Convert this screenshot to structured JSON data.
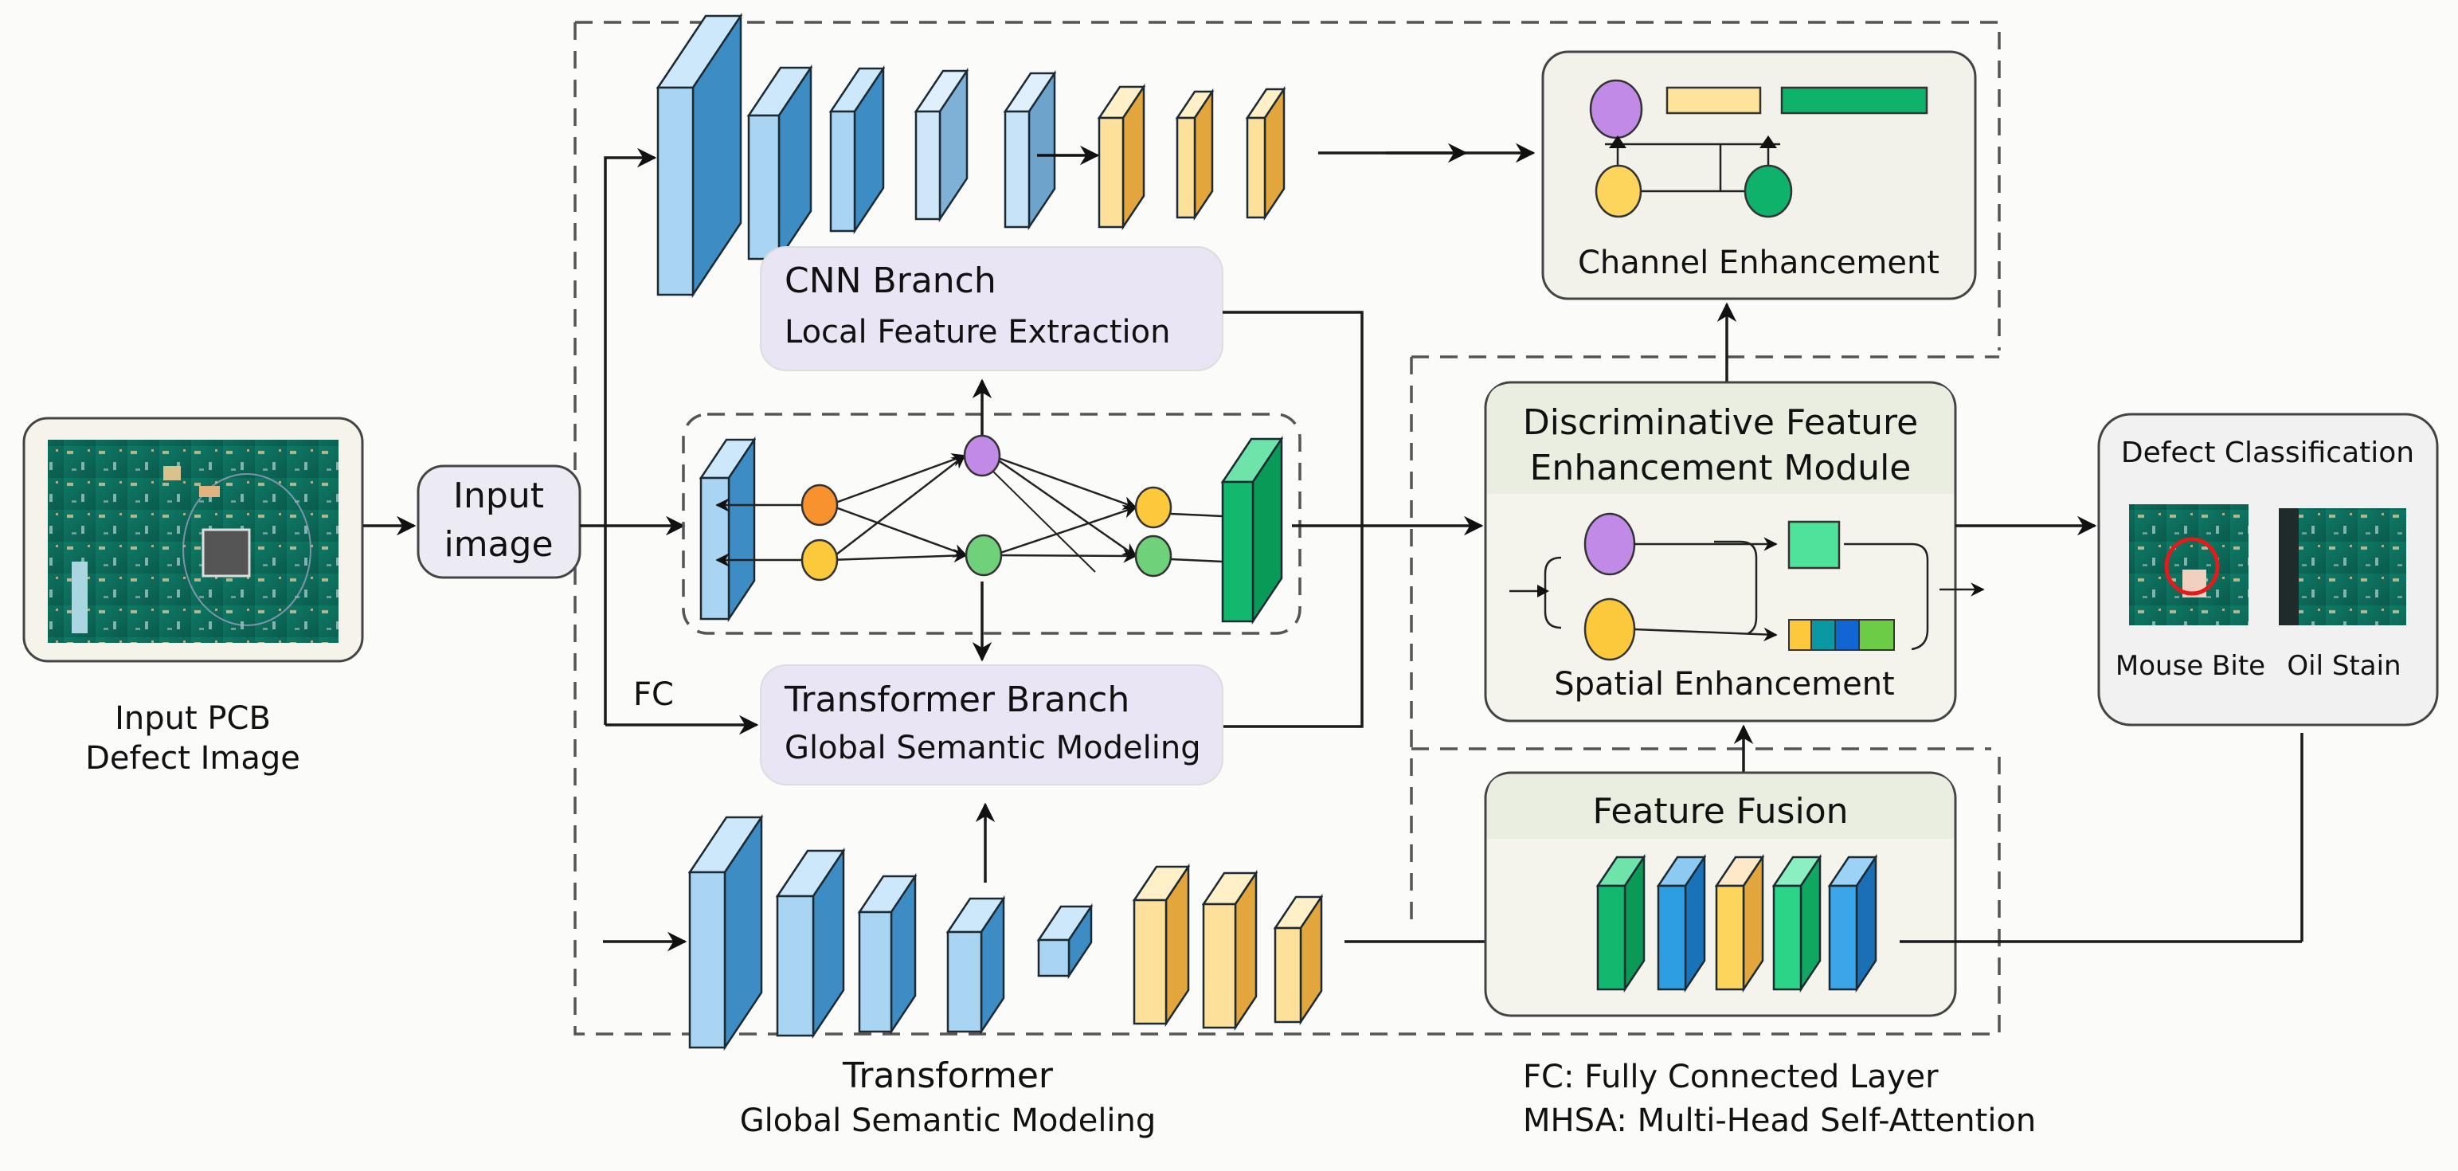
{
  "input": {
    "pcb_label_line1": "Input PCB",
    "pcb_label_line2": "Defect Image",
    "input_box_line1": "Input",
    "input_box_line2": "image"
  },
  "cnn_branch": {
    "title": "CNN Branch",
    "subtitle": "Local Feature Extraction"
  },
  "transformer_branch": {
    "title": "Transformer Branch",
    "subtitle": "Global Semantic Modeling",
    "fc_label": "FC"
  },
  "channel_enhancement": {
    "label": "Channel Enhancement"
  },
  "dfem": {
    "title_line1": "Discriminative Feature",
    "title_line2": "Enhancement Module",
    "spatial_label": "Spatial Enhancement"
  },
  "feature_fusion": {
    "title": "Feature Fusion"
  },
  "defect_classification": {
    "title": "Defect Classification",
    "classes": [
      {
        "label": "Mouse Bite"
      },
      {
        "label": "Oil Stain"
      }
    ]
  },
  "captions": {
    "transformer_title": "Transformer",
    "transformer_subtitle": "Global Semantic Modeling",
    "legend": [
      "FC: Fully Connected Layer",
      "MHSA: Multi-Head Self-Attention"
    ]
  },
  "colors": {
    "blue_front": "#a9d4f2",
    "blue_side": "#3d8cc4",
    "yellow_front": "#fde19a",
    "yellow_side": "#e3a63c",
    "green": "#0fb26b",
    "purple": "#c08ae6",
    "orange": "#f7922f",
    "gold": "#fdc93c",
    "light_green": "#6fd27a",
    "box_lavender": "#e9e5f4",
    "box_cream": "#f2f2ea",
    "pcb_green": "#0d6f5e"
  }
}
